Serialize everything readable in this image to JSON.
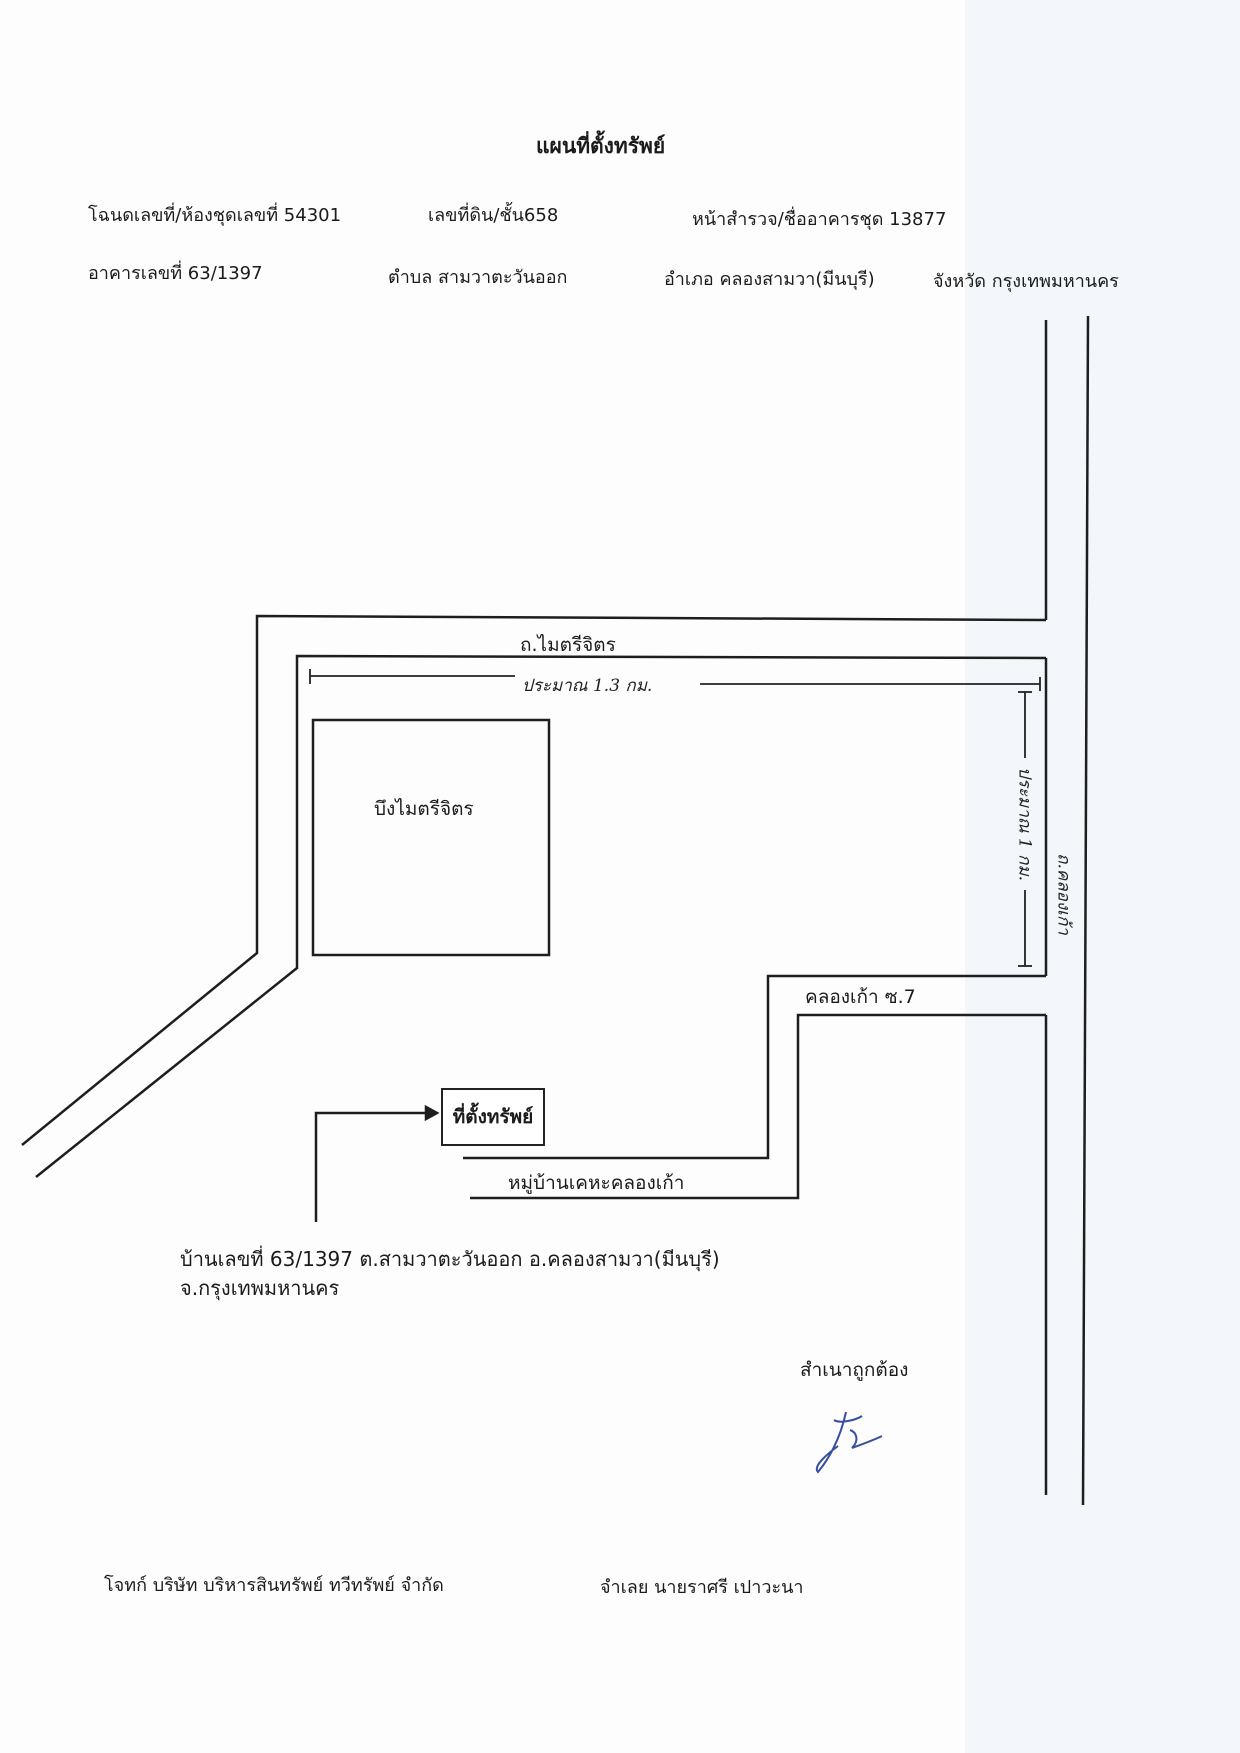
{
  "title": "แผนที่ตั้งทรัพย์",
  "header": {
    "deed_no": "โฉนดเลขที่/ห้องชุดเลขที่  54301",
    "land_no": "เลขที่ดิน/ชั้น658",
    "survey_page": "หน้าสำรวจ/ชื่ออาคารชุด 13877",
    "building_no": "อาคารเลขที่   63/1397",
    "subdistrict": "ตำบล สามวาตะวันออก",
    "district": "อำเภอ คลองสามวา(มีนบุรี)",
    "province": "จังหวัด กรุงเทพมหานคร"
  },
  "map": {
    "road_maitri": "ถ.ไมตรีจิตร",
    "distance_horizontal": "ประมาณ 1.3 กม.",
    "distance_vertical": "ประมาณ 1 กม.",
    "road_khlong_kao": "ถ.คลองเก้า",
    "lake": "บึงไมตรีจิตร",
    "soi": "คลองเก้า ซ.7",
    "property_label": "ที่ตั้งทรัพย์",
    "village": "หมู่บ้านเคหะคลองเก้า"
  },
  "address": {
    "line1": "บ้านเลขที่ 63/1397 ต.สามวาตะวันออก อ.คลองสามวา(มีนบุรี)",
    "line2": "จ.กรุงเทพมหานคร"
  },
  "certified": "สำเนาถูกต้อง",
  "footer": {
    "plaintiff": "โจทก์ บริษัท บริหารสินทรัพย์ ทวีทรัพย์ จำกัด",
    "defendant": "จำเลย นายราศรี   เปาวะนา"
  }
}
